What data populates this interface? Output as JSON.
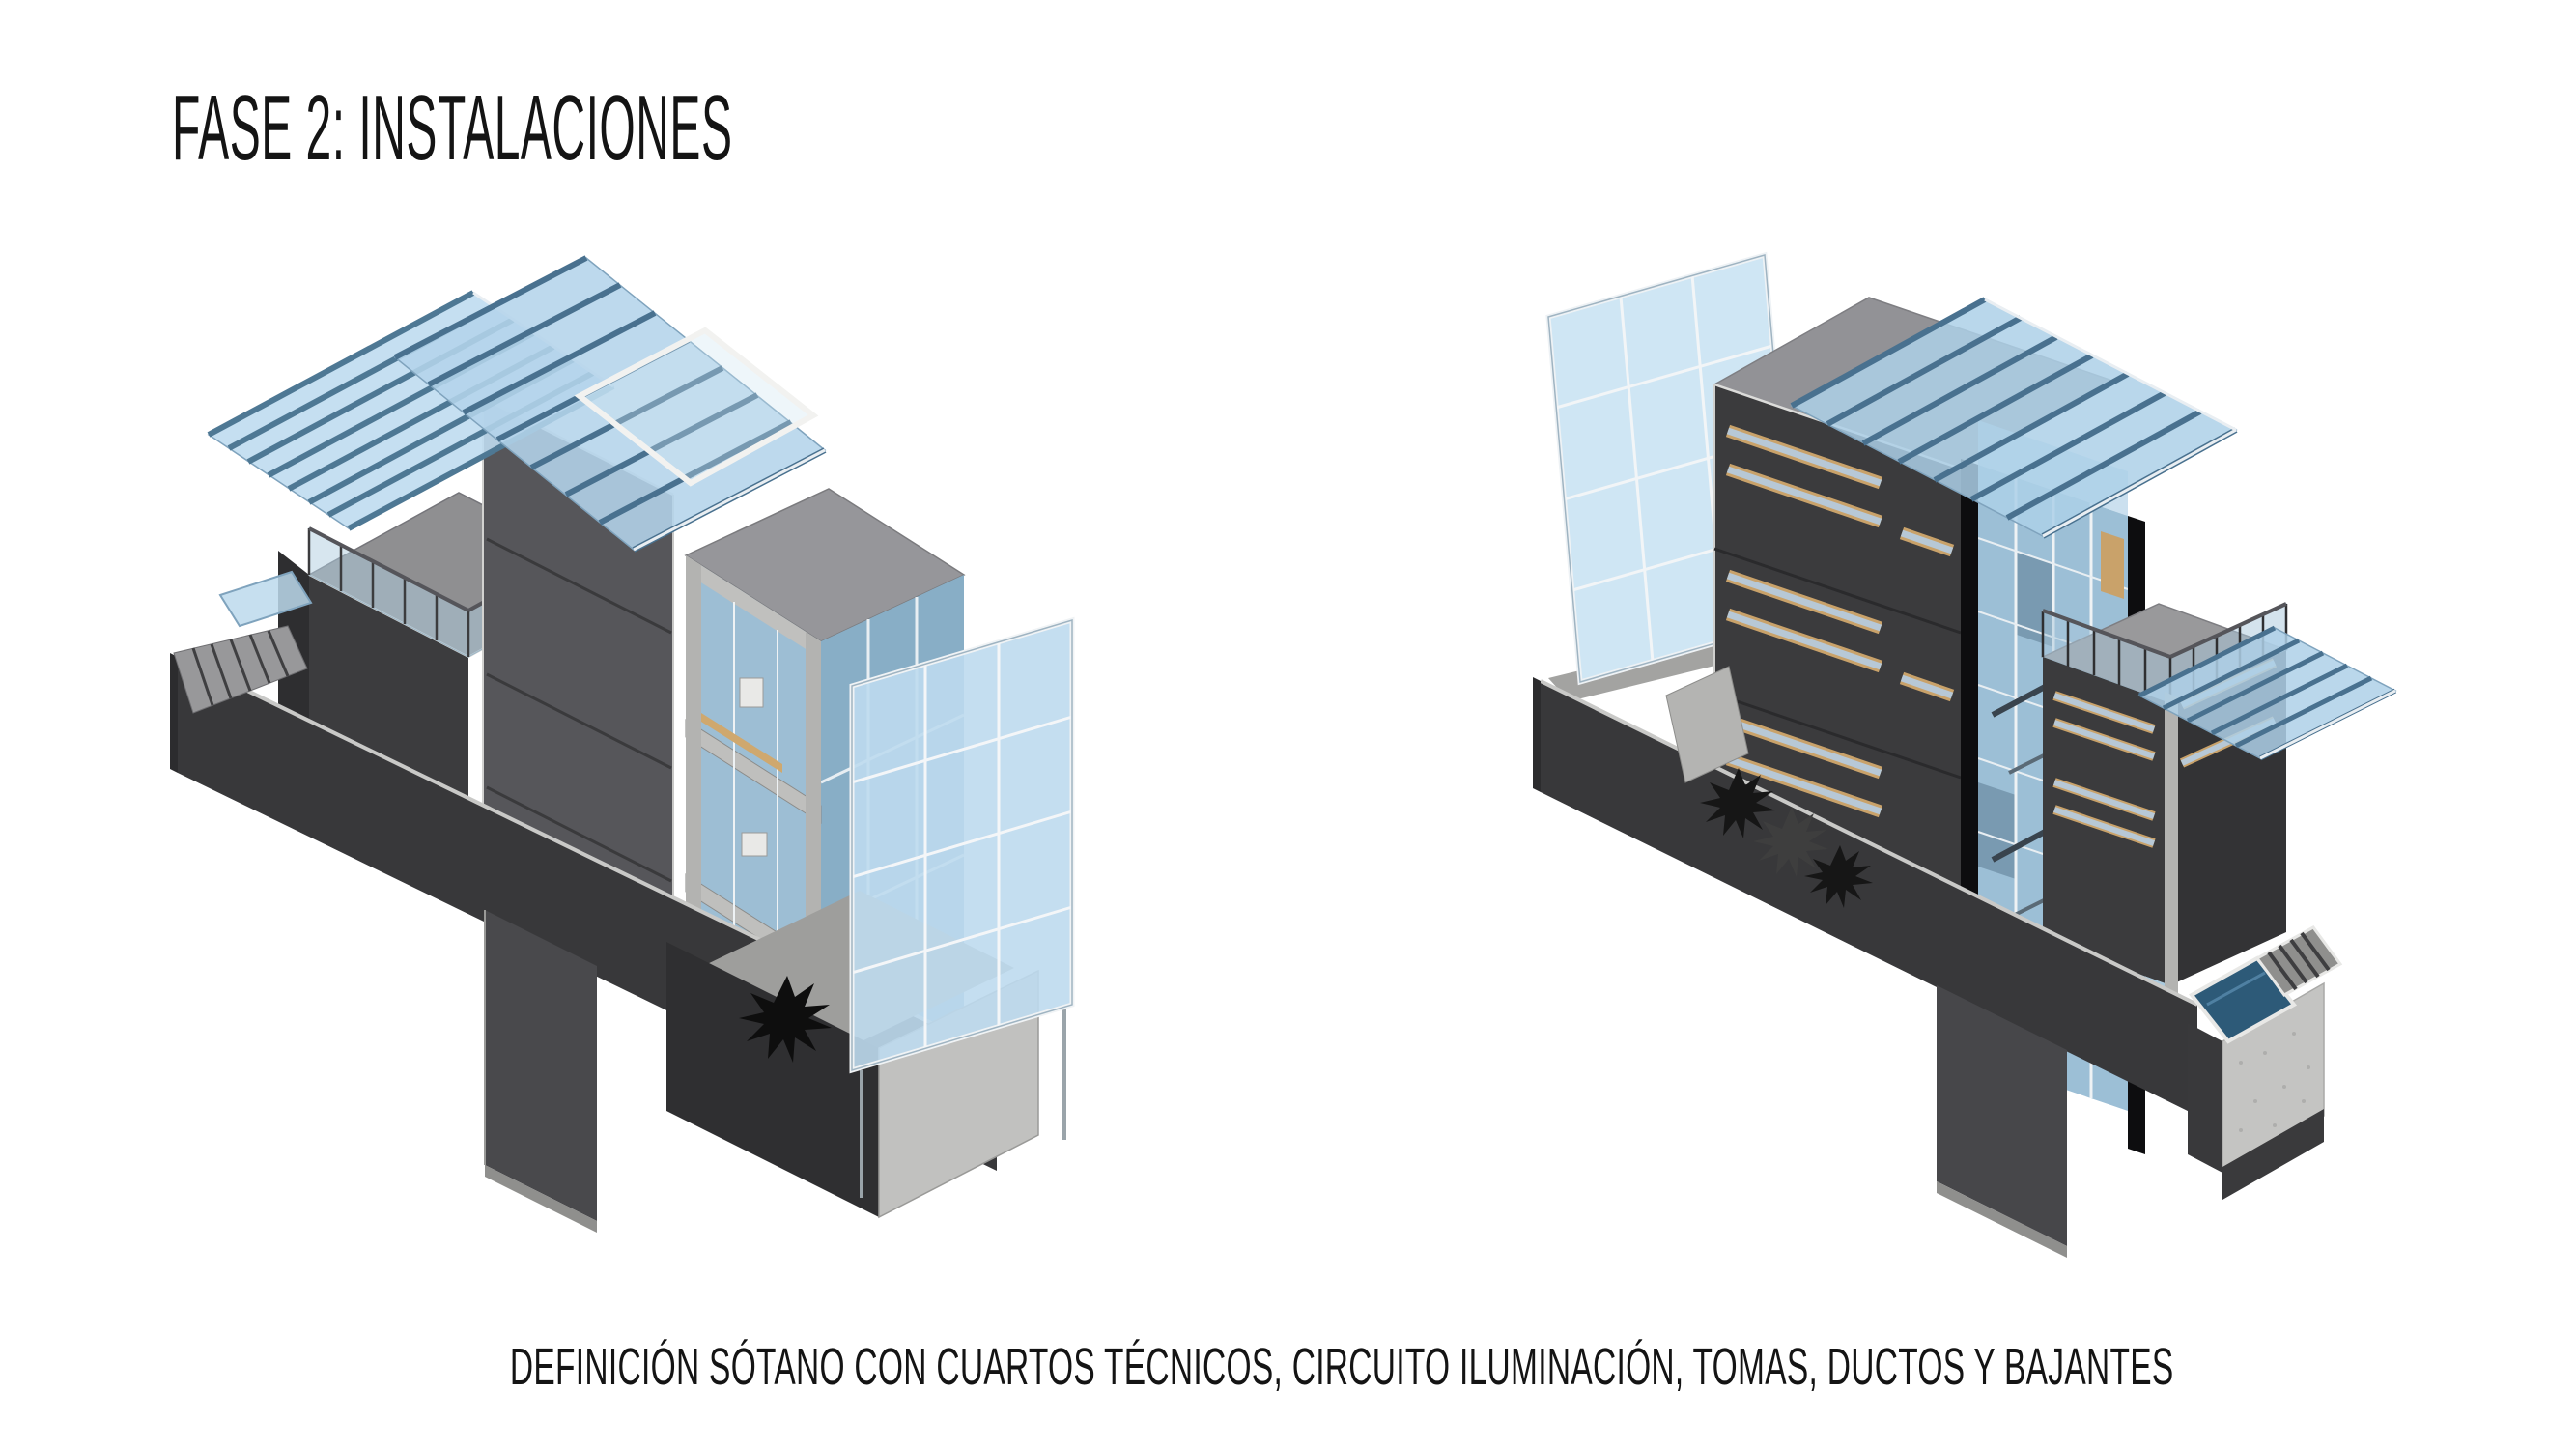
{
  "header": {
    "title": "FASE 2: INSTALACIONES"
  },
  "caption": {
    "text": "DEFINICIÓN SÓTANO CON CUARTOS TÉCNICOS, CIRCUITO ILUMINACIÓN, TOMAS, DUCTOS Y BAJANTES"
  },
  "figures": [
    {
      "name": "axonometric-section-southwest-view"
    },
    {
      "name": "axonometric-section-northeast-view"
    }
  ],
  "palette": {
    "background": "#ffffff",
    "text": "#141414",
    "facade_dark": "#3b3b3d",
    "facade_medium": "#56565a",
    "roof_gray": "#929296",
    "concrete_light": "#b3b3b1",
    "concrete_speckled": "#c4c4c2",
    "glass_light": "#cfe6f4",
    "glass_mid": "#9cbfd6",
    "canopy_glass": "#add0e8",
    "canopy_beam": "#49718f",
    "skylight_deep_blue": "#2d5a78",
    "frame_white": "#eef2f5",
    "window_frame_tan": "#c9a26a",
    "interior_chair_green": "#9fb347",
    "basement_slab": "#38383a"
  }
}
